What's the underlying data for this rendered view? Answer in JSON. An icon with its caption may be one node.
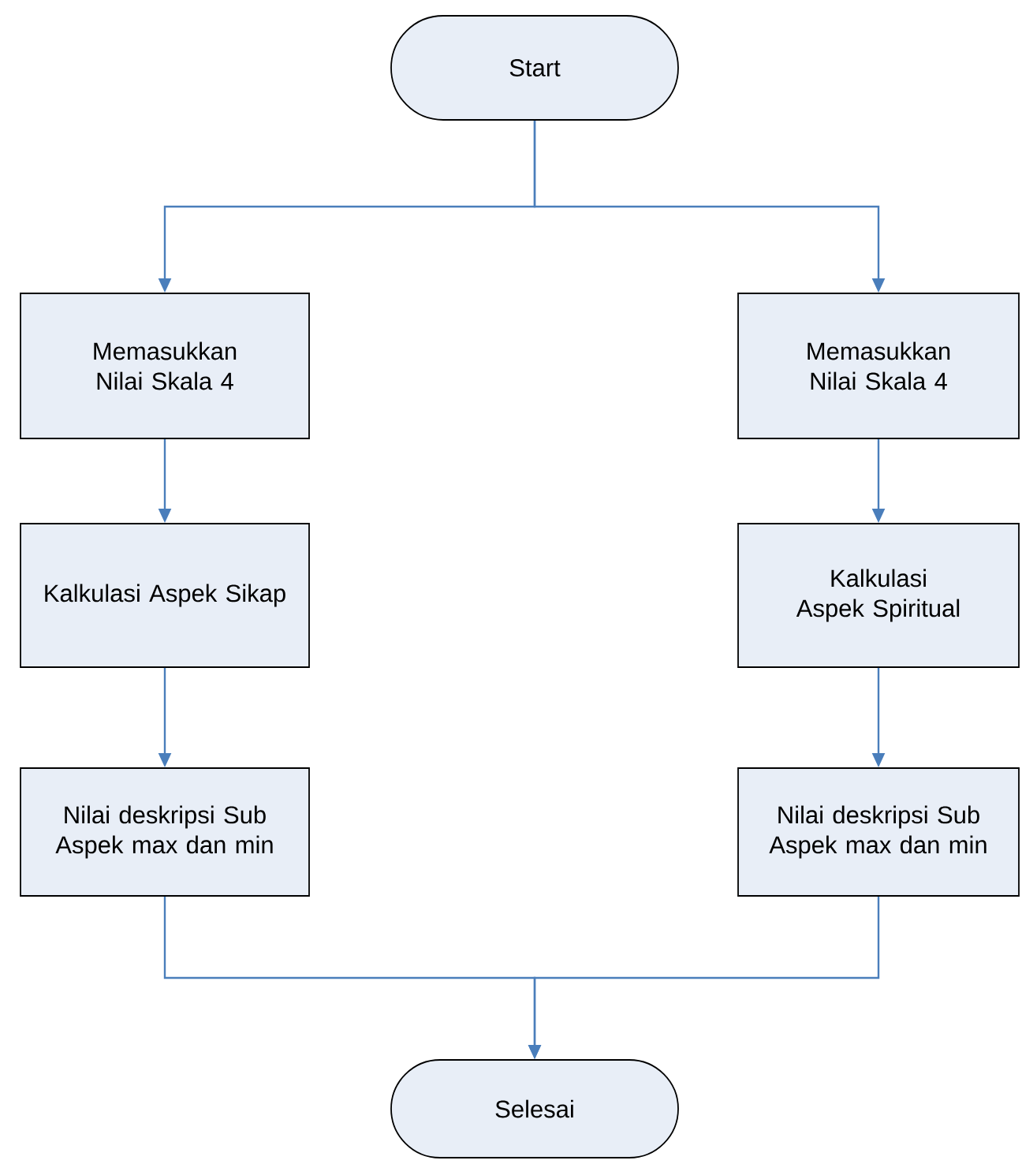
{
  "diagram": {
    "nodes": [
      {
        "text": [
          "Start"
        ]
      },
      {
        "text": [
          "Memasukkan Nilai Skala 4"
        ]
      },
      {
        "text": [
          "Kalkulasi Aspek Sikap"
        ]
      },
      {
        "text": [
          "Nilai deskripsi Sub Aspek max dan min"
        ]
      },
      {
        "text": [
          "Memasukkan Nilai Skala 4"
        ]
      },
      {
        "text": [
          "Kalkulasi Aspek Spiritual"
        ]
      },
      {
        "text": [
          "Nilai deskripsi Sub Aspek max dan min"
        ]
      },
      {
        "text": [
          "Selesai"
        ]
      }
    ],
    "edges": [
      {
        "from": 0,
        "to": 1,
        "arrow": "to"
      },
      {
        "from": 0,
        "to": 4,
        "arrow": "to"
      },
      {
        "from": 1,
        "to": 2,
        "arrow": "to"
      },
      {
        "from": 2,
        "to": 3,
        "arrow": "to"
      },
      {
        "from": 4,
        "to": 5,
        "arrow": "to"
      },
      {
        "from": 5,
        "to": 6,
        "arrow": "to"
      },
      {
        "from": 3,
        "to": 7,
        "arrow": "to"
      },
      {
        "from": 6,
        "to": 7,
        "arrow": "to"
      }
    ]
  }
}
